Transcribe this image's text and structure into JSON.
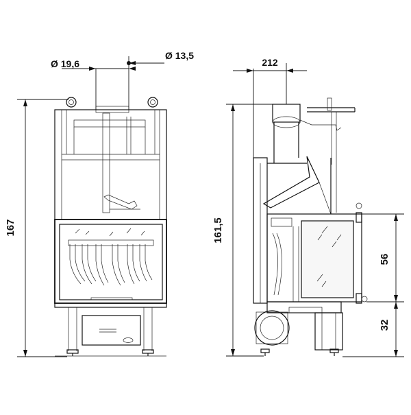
{
  "dimensions": {
    "front_height": "167",
    "pipe_diameter_left": "Ø 19,6",
    "pipe_diameter_right": "Ø 13,5",
    "side_height": "161,5",
    "top_depth": "212",
    "door_height": "56",
    "base_height": "32"
  },
  "colors": {
    "line": "#111111",
    "background": "#ffffff"
  }
}
